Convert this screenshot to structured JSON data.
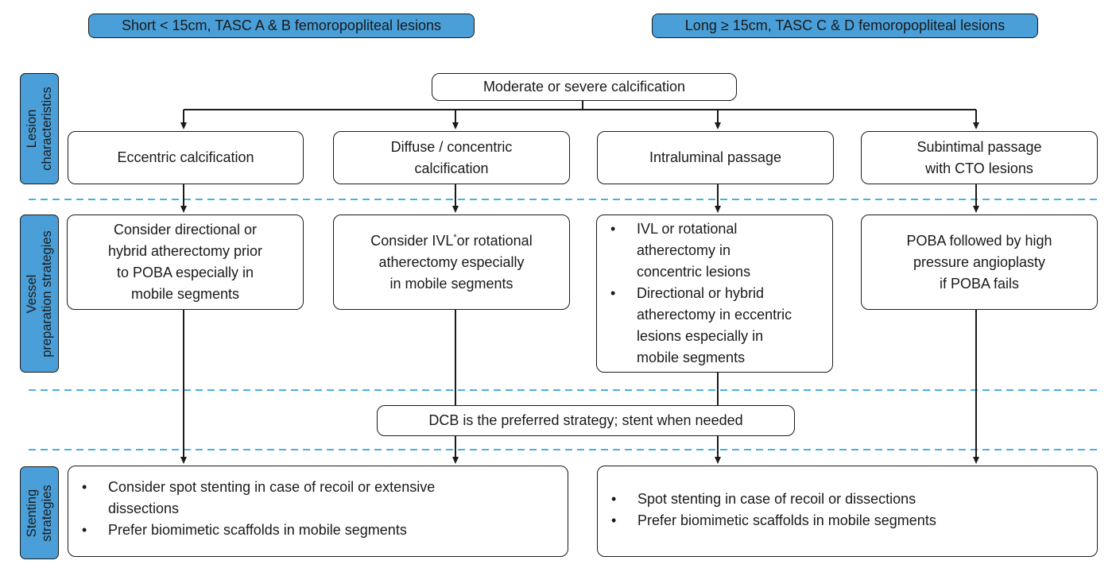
{
  "headers": {
    "short": "Short < 15cm, TASC A & B femoropopliteal lesions",
    "long": "Long ≥ 15cm, TASC C & D femoropopliteal lesions"
  },
  "side_labels": {
    "lesion": [
      "Lesion",
      "characteristics"
    ],
    "vessel": [
      "Vessel",
      "preparation strategies"
    ],
    "stenting": [
      "Stenting",
      "strategies"
    ]
  },
  "top_node": "Moderate or severe calcification",
  "characteristics": [
    [
      "Eccentric calcification"
    ],
    [
      "Diffuse / concentric",
      "calcification"
    ],
    [
      "Intraluminal passage"
    ],
    [
      "Subintimal passage",
      "with CTO lesions"
    ]
  ],
  "vessel_prep": {
    "eccentric": [
      "Consider directional or",
      "hybrid atherectomy prior",
      "to POBA especially in",
      "mobile segments"
    ],
    "diffuse": {
      "part1": "Consider IVL",
      "superscript": "*",
      "part2": "or rotational",
      "line2": "atherectomy especially",
      "line3": "in mobile segments"
    },
    "intraluminal_bullets": [
      [
        "IVL or rotational",
        "atherectomy in",
        "concentric lesions"
      ],
      [
        "Directional or hybrid",
        "atherectomy in eccentric",
        "lesions especially in",
        "mobile segments"
      ]
    ],
    "subintimal": [
      "POBA followed by high",
      "pressure angioplasty",
      "if POBA fails"
    ]
  },
  "dcb": "DCB is the preferred strategy; stent when needed",
  "stenting": {
    "short_bullets": [
      [
        "Consider spot stenting in case of recoil or extensive",
        "dissections"
      ],
      [
        "Prefer biomimetic scaffolds in mobile segments"
      ]
    ],
    "long_bullets": [
      [
        "Spot stenting in case of recoil or dissections"
      ],
      [
        "Prefer biomimetic scaffolds in mobile segments"
      ]
    ]
  },
  "colors": {
    "accent": "#4a9fd8",
    "dash": "#4ab0e0",
    "line": "#1a1a1a"
  }
}
